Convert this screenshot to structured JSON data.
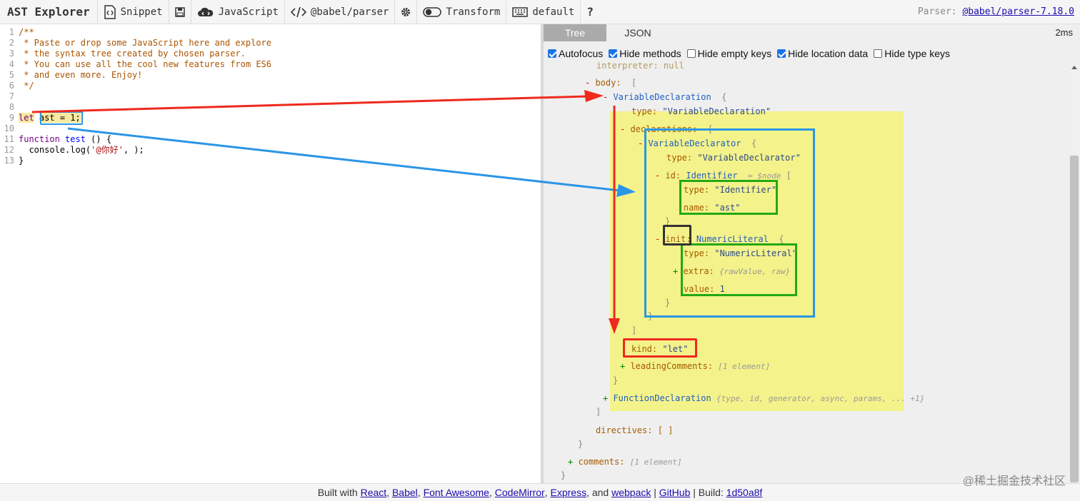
{
  "toolbar": {
    "title": "AST Explorer",
    "snippet": "Snippet",
    "language": "JavaScript",
    "parser": "@babel/parser",
    "transform": "Transform",
    "keymap": "default",
    "help": "?",
    "parser_label": "Parser:",
    "parser_version": "@babel/parser-7.18.0"
  },
  "editor": {
    "lines": [
      {
        "n": "1",
        "text": "/**"
      },
      {
        "n": "2",
        "text": " * Paste or drop some JavaScript here and explore"
      },
      {
        "n": "3",
        "text": " * the syntax tree created by chosen parser."
      },
      {
        "n": "4",
        "text": " * You can use all the cool new features from ES6"
      },
      {
        "n": "5",
        "text": " * and even more. Enjoy!"
      },
      {
        "n": "6",
        "text": " */"
      },
      {
        "n": "7",
        "text": ""
      },
      {
        "n": "8",
        "text": ""
      },
      {
        "n": "9",
        "kw": "let",
        "rest": "ast = 1;"
      },
      {
        "n": "10",
        "text": ""
      },
      {
        "n": "11",
        "kw": "function",
        "def": "test",
        "rest": " () {"
      },
      {
        "n": "12",
        "pre": "  console.log(",
        "str": "'@你好'",
        "post": ", );"
      },
      {
        "n": "13",
        "text": "}"
      }
    ]
  },
  "output": {
    "tabs": [
      "Tree",
      "JSON"
    ],
    "active_tab": "Tree",
    "timing": "2ms",
    "options": [
      {
        "label": "Autofocus",
        "checked": true
      },
      {
        "label": "Hide methods",
        "checked": true
      },
      {
        "label": "Hide empty keys",
        "checked": false
      },
      {
        "label": "Hide location data",
        "checked": true
      },
      {
        "label": "Hide type keys",
        "checked": false
      }
    ],
    "tree": {
      "interpreter": "interpreter: null",
      "body_key": "body:",
      "var_decl": "VariableDeclaration",
      "type_key": "type:",
      "var_decl_type": "\"VariableDeclaration\"",
      "declarations_key": "declarations:",
      "var_declarator": "VariableDeclarator",
      "var_declarator_type": "\"VariableDeclarator\"",
      "id_key": "id:",
      "identifier": "Identifier",
      "node_ref": "= $node",
      "identifier_type": "\"Identifier\"",
      "name_key": "name:",
      "name_value": "\"ast\"",
      "init_key": "init:",
      "numeric_literal": "NumericLiteral",
      "numeric_type": "\"NumericLiteral\"",
      "extra_key": "extra:",
      "extra_value": "{rawValue, raw}",
      "value_key": "value:",
      "value_value": "1",
      "kind_key": "kind:",
      "kind_value": "\"let\"",
      "leading_key": "leadingComments:",
      "leading_value": "[1 element]",
      "func_decl": "FunctionDeclaration",
      "func_decl_keys": "{type, id, generator, async, params, ... +1}",
      "directives": "directives: [ ]",
      "comments_key": "comments:",
      "comments_value": "[1 element]"
    }
  },
  "footer": {
    "built_with": "Built with",
    "react": "React",
    "babel": "Babel",
    "font_awesome": "Font Awesome",
    "codemirror": "CodeMirror",
    "express": "Express",
    "and": ", and",
    "webpack": "webpack",
    "github": "GitHub",
    "build_label": "| Build:",
    "build_hash": "1d50a8f"
  },
  "watermark": "@稀土掘金技术社区",
  "colors": {
    "arrow_red": "#ee2a1d",
    "arrow_blue": "#2b95e6",
    "box_green": "#23a813",
    "box_blue": "#2b95e6",
    "box_red": "#ee2a1d",
    "box_dark": "#333333",
    "highlight_yellow": "#f4f28a"
  }
}
